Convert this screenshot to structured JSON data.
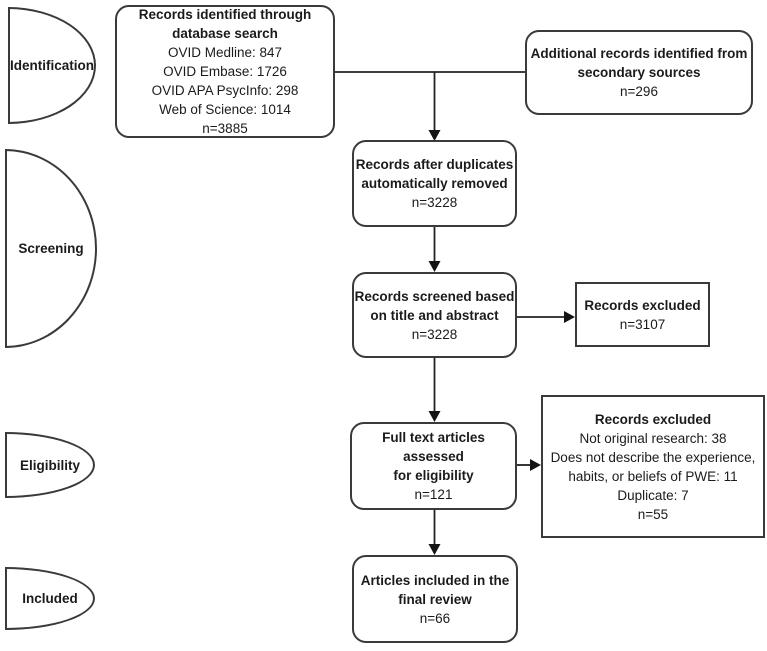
{
  "colors": {
    "box_border": "#3a3a3a",
    "connector_line": "#222222",
    "arrowhead": "#141414",
    "text": "#1b1b1b",
    "background": "#ffffff"
  },
  "stages": [
    {
      "label": "Identification"
    },
    {
      "label": "Screening"
    },
    {
      "label": "Eligibility"
    },
    {
      "label": "Included"
    }
  ],
  "boxes": {
    "db_search": {
      "title_lines": [
        "Records identified through",
        "database search"
      ],
      "lines": [
        "OVID Medline: 847",
        "OVID Embase: 1726",
        "OVID APA PsycInfo: 298",
        "Web of Science: 1014",
        "n=3885"
      ]
    },
    "secondary": {
      "title_lines": [
        "Additional records identified from",
        "secondary sources"
      ],
      "lines": [
        "n=296"
      ]
    },
    "duplicates": {
      "title_lines": [
        "Records after duplicates",
        "automatically removed"
      ],
      "lines": [
        "n=3228"
      ]
    },
    "screened": {
      "title_lines": [
        "Records screened based",
        "on title and abstract"
      ],
      "lines": [
        "n=3228"
      ]
    },
    "excluded_screen": {
      "title_lines": [
        "Records excluded"
      ],
      "lines": [
        "n=3107"
      ]
    },
    "fulltext": {
      "title_lines": [
        "Full text articles assessed",
        "for eligibility"
      ],
      "lines": [
        "n=121"
      ]
    },
    "excluded_fulltext": {
      "title_lines": [
        "Records excluded"
      ],
      "lines": [
        "Not original research: 38",
        "Does not describe the experience,",
        "habits, or beliefs of PWE: 11",
        "Duplicate: 7",
        "n=55"
      ]
    },
    "included": {
      "title_lines": [
        "Articles included in the",
        "final review"
      ],
      "lines": [
        "n=66"
      ]
    }
  }
}
